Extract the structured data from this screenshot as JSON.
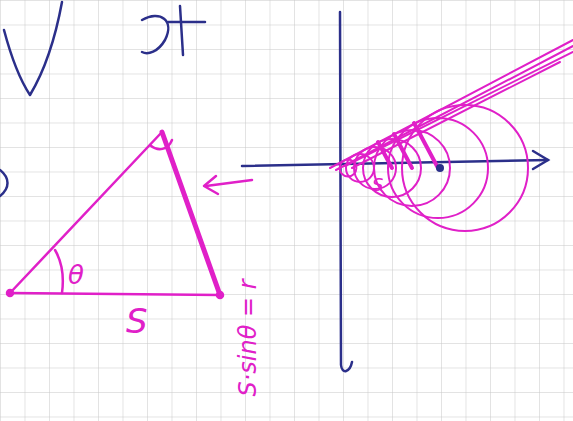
{
  "diagram": {
    "labels": [
      "θ",
      "S",
      "S·sinθ = r",
      "S"
    ]
  }
}
